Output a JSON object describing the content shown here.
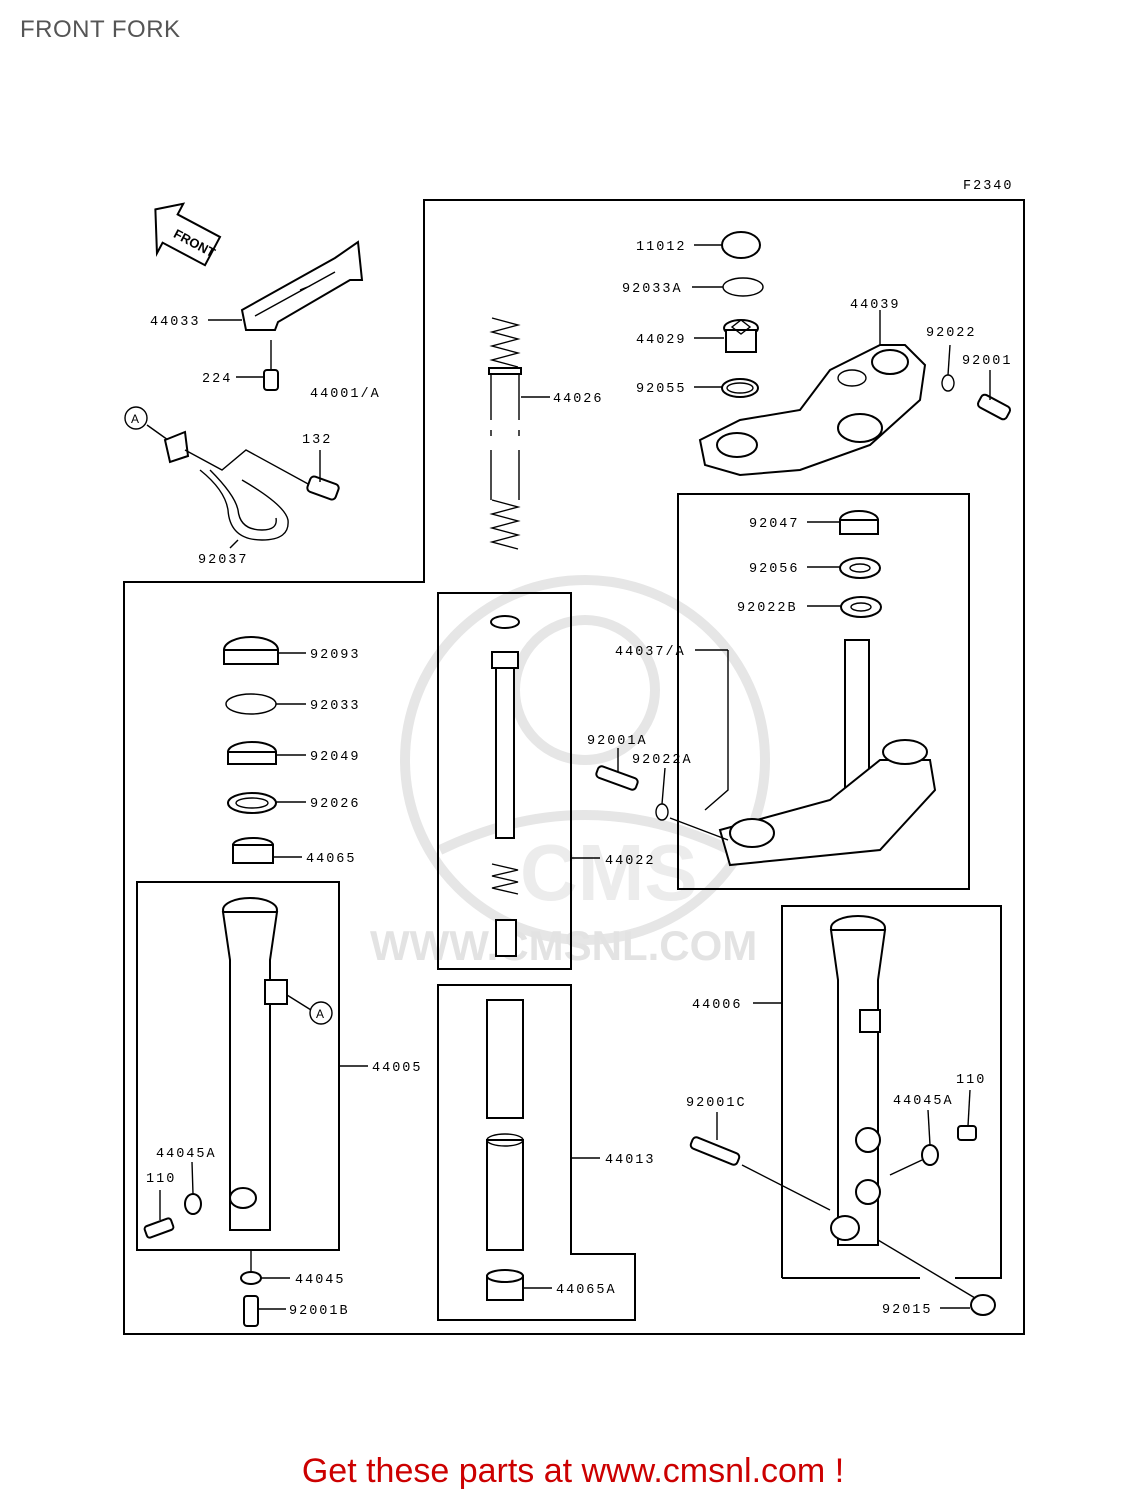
{
  "title": "FRONT FORK",
  "figure_code": "F2340",
  "watermark": "WWW.CMSNL.COM",
  "watermark_logo_text": "CMS",
  "direction_arrow": "FRONT",
  "callout_marker": "A",
  "footer": {
    "text": "Get these parts at www.cmsnl.com !",
    "color": "#cc0000"
  },
  "labels": {
    "p11012": "11012",
    "p92033a": "92033A",
    "p44029": "44029",
    "p92055": "92055",
    "p44039": "44039",
    "p92022": "92022",
    "p92001": "92001",
    "p44033": "44033",
    "p224": "224",
    "p44001a": "44001/A",
    "p44026": "44026",
    "p132": "132",
    "p92037": "92037",
    "p92047": "92047",
    "p92056": "92056",
    "p92022b": "92022B",
    "p44037a": "44037/A",
    "p92001a": "92001A",
    "p92022a": "92022A",
    "p92093": "92093",
    "p92033": "92033",
    "p92049": "92049",
    "p92026": "92026",
    "p44065": "44065",
    "p44022": "44022",
    "p44005": "44005",
    "p44045a_l": "44045A",
    "p110_l": "110",
    "p44045": "44045",
    "p92001b": "92001B",
    "p44013": "44013",
    "p44065a": "44065A",
    "p44006": "44006",
    "p92001c": "92001C",
    "p44045a_r": "44045A",
    "p110_r": "110",
    "p92015": "92015"
  }
}
